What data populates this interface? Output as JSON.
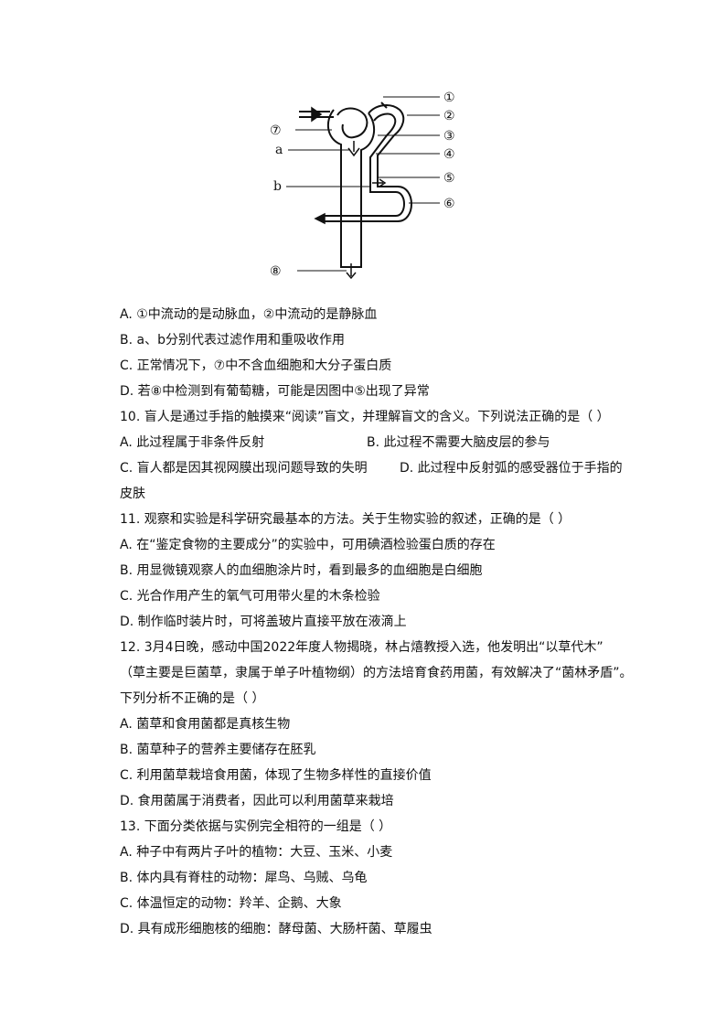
{
  "figure": {
    "labels": {
      "c1": "①",
      "c2": "②",
      "c3": "③",
      "c4": "④",
      "c5": "⑤",
      "c6": "⑥",
      "c7": "⑦",
      "c8": "⑧",
      "a": "a",
      "b": "b"
    }
  },
  "q9": {
    "options": [
      "A. ①中流动的是动脉血，②中流动的是静脉血",
      "B. a、b分别代表过滤作用和重吸收作用",
      "C. 正常情况下，⑦中不含血细胞和大分子蛋白质",
      "D. 若⑧中检测到有葡萄糖，可能是因图中⑤出现了异常"
    ]
  },
  "q10": {
    "stem": "10.   盲人是通过手指的触摸来“阅读”盲文，并理解盲文的含义。下列说法正确的是（        ）",
    "A": "A. 此过程属于非条件反射",
    "B": "B. 此过程不需要大脑皮层的参与",
    "C": "C. 盲人都是因其视网膜出现问题导致的失明",
    "D": "D. 此过程中反射弧的感受器位于手指的",
    "D_cont": "皮肤"
  },
  "q11": {
    "stem": "11.   观察和实验是科学研究最基本的方法。关于生物实验的叙述，正确的是（        ）",
    "options": [
      "A. 在“鉴定食物的主要成分”的实验中，可用碘酒检验蛋白质的存在",
      "B. 用显微镜观察人的血细胞涂片时，看到最多的血细胞是白细胞",
      "C. 光合作用产生的氧气可用带火星的木条检验",
      "D. 制作临时装片时，可将盖玻片直接平放在液滴上"
    ]
  },
  "q12": {
    "stem_l1": "12.   3月4日晚，感动中国2022年度人物揭晓，林占熺教授入选，他发明出“以草代木”",
    "stem_l2": "（草主要是巨菌草，隶属于单子叶植物纲）的方法培育食药用菌，有效解决了“菌林矛盾”。",
    "stem_l3": "下列分析不正确的是（        ）",
    "options": [
      "A. 菌草和食用菌都是真核生物",
      "B. 菌草种子的营养主要储存在胚乳",
      "C. 利用菌草栽培食用菌，体现了生物多样性的直接价值",
      "D. 食用菌属于消费者，因此可以利用菌草来栽培"
    ]
  },
  "q13": {
    "stem": "13.   下面分类依据与实例完全相符的一组是（        ）",
    "options": [
      "A. 种子中有两片子叶的植物：大豆、玉米、小麦",
      "B. 体内具有脊柱的动物：犀鸟、乌贼、乌龟",
      "C. 体温恒定的动物：羚羊、企鹅、大象",
      "D. 具有成形细胞核的细胞：酵母菌、大肠杆菌、草履虫"
    ]
  }
}
